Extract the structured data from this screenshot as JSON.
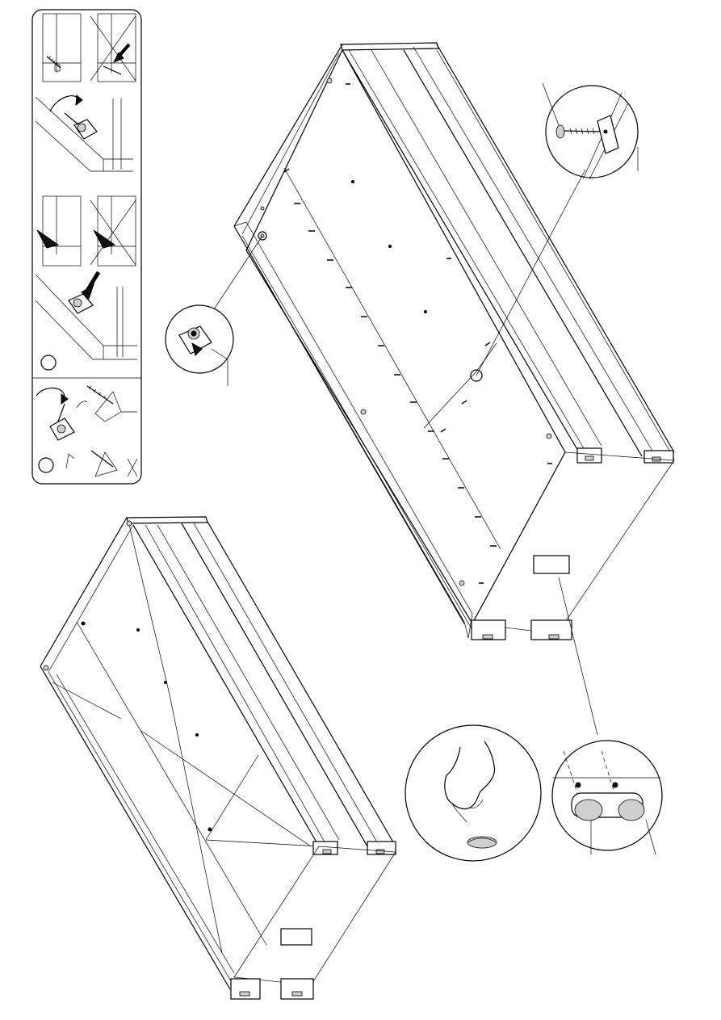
{
  "page": {
    "background": "#ffffff",
    "stroke_color": "#000000"
  },
  "instructions_panel": {
    "steps": [
      {
        "marker": "circle",
        "content": "screw-insertion-correct-vs-wrong"
      },
      {
        "marker": "circle",
        "content": "cam-lock-rotation"
      }
    ]
  },
  "icons": [
    "screw-icon",
    "cam-lock-icon",
    "rotate-arrow-icon",
    "push-arrow-icon",
    "cross-wrong-icon",
    "hand-icon",
    "furniture-glide-icon"
  ]
}
